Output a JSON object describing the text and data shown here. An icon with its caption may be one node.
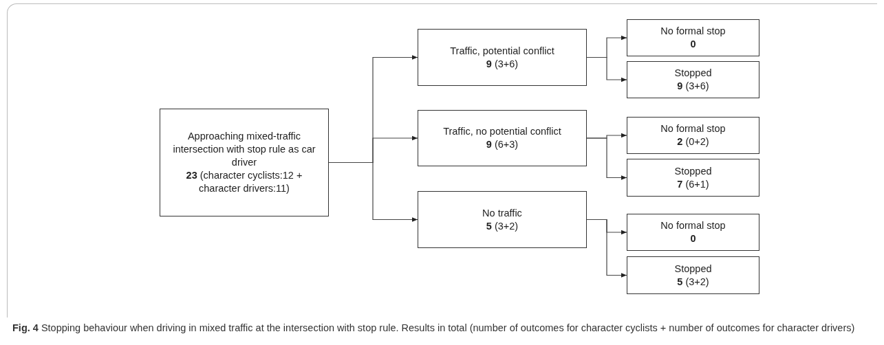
{
  "diagram": {
    "caption": "**Fig. 4** Stopping behaviour when driving in mixed traffic at the intersection with stop rule. Results in total (number of outcomes for character cyclists + number of outcomes for character drivers)",
    "nodes": [
      {
        "text": [
          "Approaching mixed-traffic intersection with stop rule as car driver",
          "**23** (character cyclists:12 + character drivers:11)"
        ]
      },
      {
        "text": [
          "Traffic, potential conflict",
          "**9** (3+6)"
        ]
      },
      {
        "text": [
          "Traffic, no potential conflict",
          "**9** (6+3)"
        ]
      },
      {
        "text": [
          "No traffic",
          "**5** (3+2)"
        ]
      },
      {
        "text": [
          "No formal stop",
          "**0**"
        ]
      },
      {
        "text": [
          "Stopped",
          "**9** (3+6)"
        ]
      },
      {
        "text": [
          "No formal stop",
          "**2** (0+2)"
        ]
      },
      {
        "text": [
          "Stopped",
          "**7** (6+1)"
        ]
      },
      {
        "text": [
          "No formal stop",
          "**0**"
        ]
      },
      {
        "text": [
          "Stopped",
          "**5** (3+2)"
        ]
      }
    ],
    "edges": [
      {
        "from": 0,
        "to": 1,
        "arrow": "to"
      },
      {
        "from": 0,
        "to": 2,
        "arrow": "to"
      },
      {
        "from": 0,
        "to": 3,
        "arrow": "to"
      },
      {
        "from": 1,
        "to": 4,
        "arrow": "to"
      },
      {
        "from": 1,
        "to": 5,
        "arrow": "to"
      },
      {
        "from": 2,
        "to": 6,
        "arrow": "to"
      },
      {
        "from": 2,
        "to": 7,
        "arrow": "to"
      },
      {
        "from": 3,
        "to": 8,
        "arrow": "to"
      },
      {
        "from": 3,
        "to": 9,
        "arrow": "to"
      }
    ]
  }
}
